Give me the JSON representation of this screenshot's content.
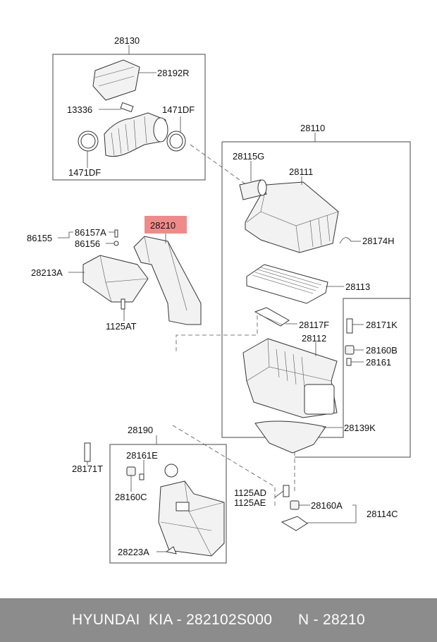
{
  "labels": {
    "p28130": "28130",
    "p28192R": "28192R",
    "p13336": "13336",
    "p1471DF_right": "1471DF",
    "p1471DF_left": "1471DF",
    "p28110": "28110",
    "p28115G": "28115G",
    "p28111": "28111",
    "p28174H": "28174H",
    "p28113": "28113",
    "p28171K": "28171K",
    "p28117F": "28117F",
    "p28112": "28112",
    "p28160B": "28160B",
    "p28161": "28161",
    "p28139K": "28139K",
    "p28210": "28210",
    "p86155": "86155",
    "p86157A": "86157A",
    "p86156": "86156",
    "p28213A": "28213A",
    "p1125AT": "1125AT",
    "p28190": "28190",
    "p28171T": "28171T",
    "p28161E": "28161E",
    "p28160C": "28160C",
    "p28223A": "28223A",
    "p1125AD": "1125AD",
    "p1125AE": "1125AE",
    "p28160A": "28160A",
    "p28114C": "28114C"
  },
  "highlight": {
    "part": "28210",
    "color": "#f08a8a"
  },
  "footer": {
    "text": "HYUNDAI  KIA - 282102S000      N - 28210",
    "background": "#8c8c8c",
    "color": "#ffffff"
  }
}
